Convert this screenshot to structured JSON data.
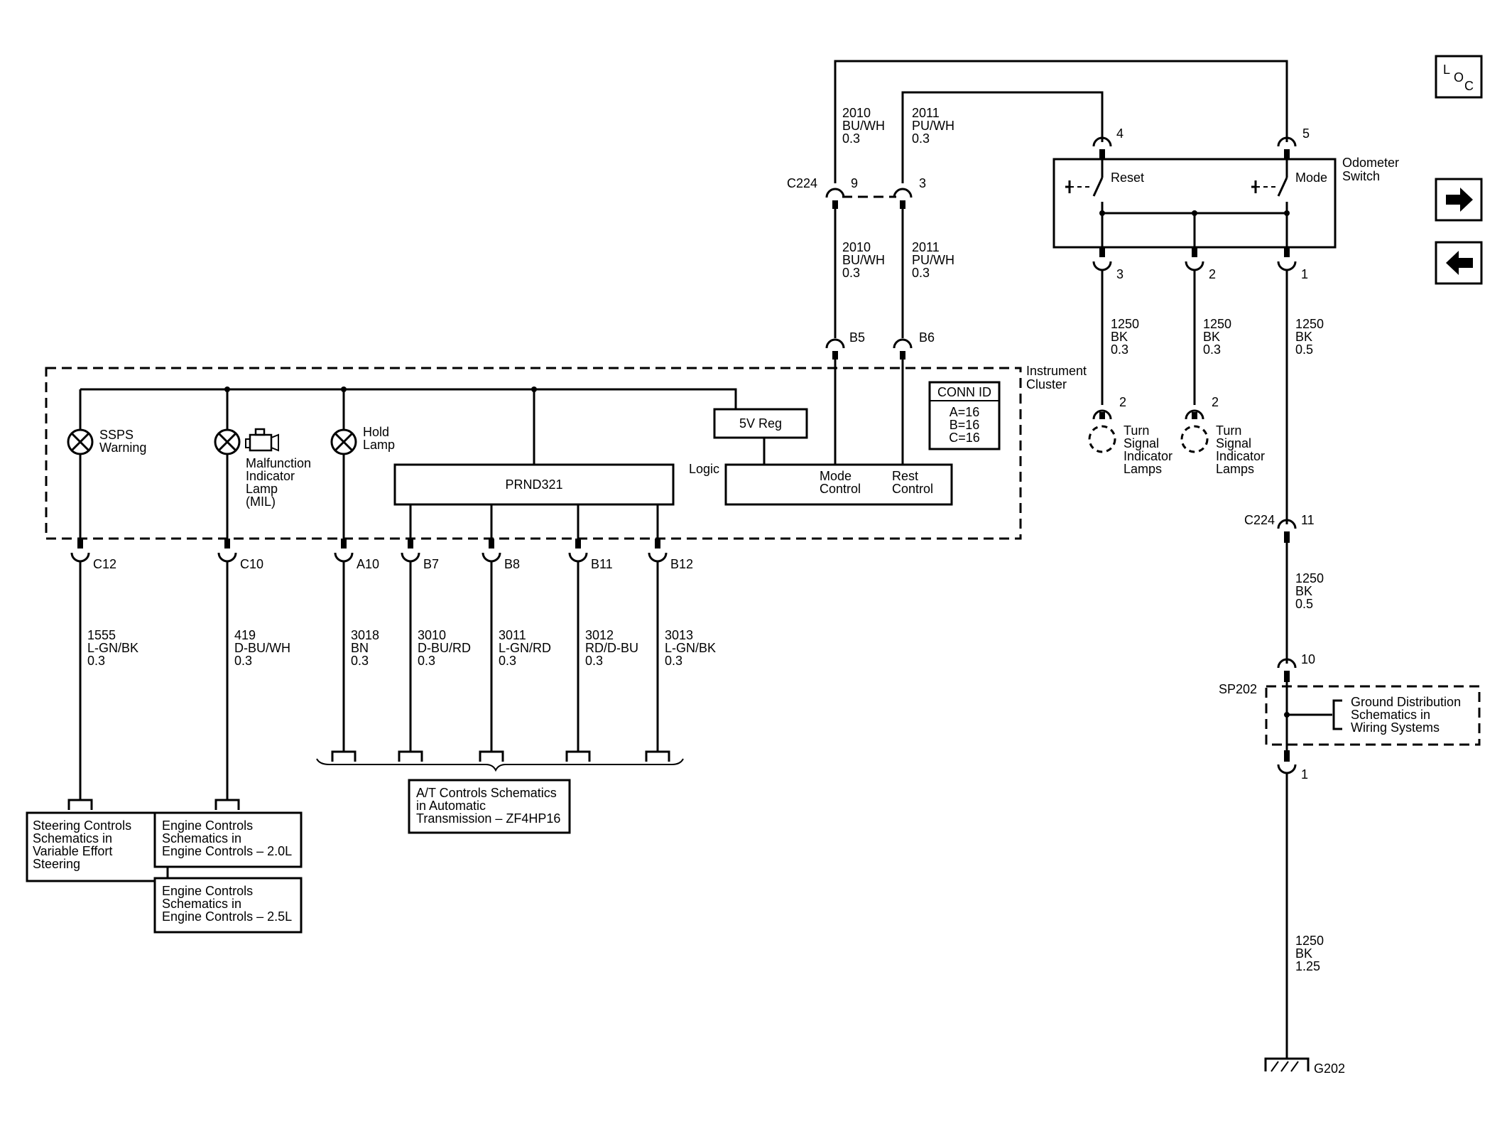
{
  "nav": {
    "loc_l": "L",
    "loc_o": "O",
    "loc_c": "C",
    "next_icon": "right-arrow-icon",
    "prev_icon": "left-arrow-icon"
  },
  "top": {
    "w2010": [
      "2010",
      "BU/WH",
      "0.3"
    ],
    "w2011": [
      "2011",
      "PU/WH",
      "0.3"
    ],
    "c224": "C224",
    "pin9": "9",
    "pin3": "3",
    "pinB5": "B5",
    "pinB6": "B6"
  },
  "odometer": {
    "title": [
      "Odometer",
      "Switch"
    ],
    "reset": "Reset",
    "mode": "Mode",
    "pin4": "4",
    "pin5": "5",
    "pin3": "3",
    "pin2": "2",
    "pin1": "1",
    "w1250a": [
      "1250",
      "BK",
      "0.3"
    ],
    "w1250b": [
      "1250",
      "BK",
      "0.3"
    ],
    "w1250c": [
      "1250",
      "BK",
      "0.5"
    ],
    "lampPinA": "2",
    "lampPinB": "2",
    "lampA": [
      "Turn",
      "Signal",
      "Indicator",
      "Lamps"
    ],
    "lampB": [
      "Turn",
      "Signal",
      "Indicator",
      "Lamps"
    ]
  },
  "cluster": {
    "title": [
      "Instrument",
      "Cluster"
    ],
    "conn_title": "CONN ID",
    "conn": [
      "A=16",
      "B=16",
      "C=16"
    ],
    "reg": "5V Reg",
    "logic": "Logic",
    "mode_ctrl": [
      "Mode",
      "Control"
    ],
    "rest_ctrl": [
      "Rest",
      "Control"
    ],
    "prnd": "PRND321",
    "ssps": [
      "SSPS",
      "Warning"
    ],
    "mil": [
      "Malfunction",
      "Indicator",
      "Lamp",
      "(MIL)"
    ],
    "hold": [
      "Hold",
      "Lamp"
    ],
    "mil_icon": "engine-icon"
  },
  "bottom": {
    "pins": [
      "C12",
      "C10",
      "A10",
      "B7",
      "B8",
      "B11",
      "B12"
    ],
    "wires": [
      [
        "1555",
        "L-GN/BK",
        "0.3"
      ],
      [
        "419",
        "D-BU/WH",
        "0.3"
      ],
      [
        "3018",
        "BN",
        "0.3"
      ],
      [
        "3010",
        "D-BU/RD",
        "0.3"
      ],
      [
        "3011",
        "L-GN/RD",
        "0.3"
      ],
      [
        "3012",
        "RD/D-BU",
        "0.3"
      ],
      [
        "3013",
        "L-GN/BK",
        "0.3"
      ]
    ],
    "steering": [
      "Steering Controls",
      "Schematics in",
      "Variable Effort",
      "Steering"
    ],
    "engine20": [
      "Engine Controls",
      "Schematics in",
      "Engine Controls – 2.0L"
    ],
    "engine25": [
      "Engine Controls",
      "Schematics in",
      "Engine Controls – 2.5L"
    ],
    "at": [
      "A/T Controls Schematics",
      "in Automatic",
      "Transmission – ZF4HP16"
    ]
  },
  "ground": {
    "c224": "C224",
    "pin11": "11",
    "pin10": "10",
    "pin1": "1",
    "w1250d": [
      "1250",
      "BK",
      "0.5"
    ],
    "sp202": "SP202",
    "dist": [
      "Ground Distribution",
      "Schematics in",
      "Wiring Systems"
    ],
    "w1250e": [
      "1250",
      "BK",
      "1.25"
    ],
    "g202": "G202"
  }
}
